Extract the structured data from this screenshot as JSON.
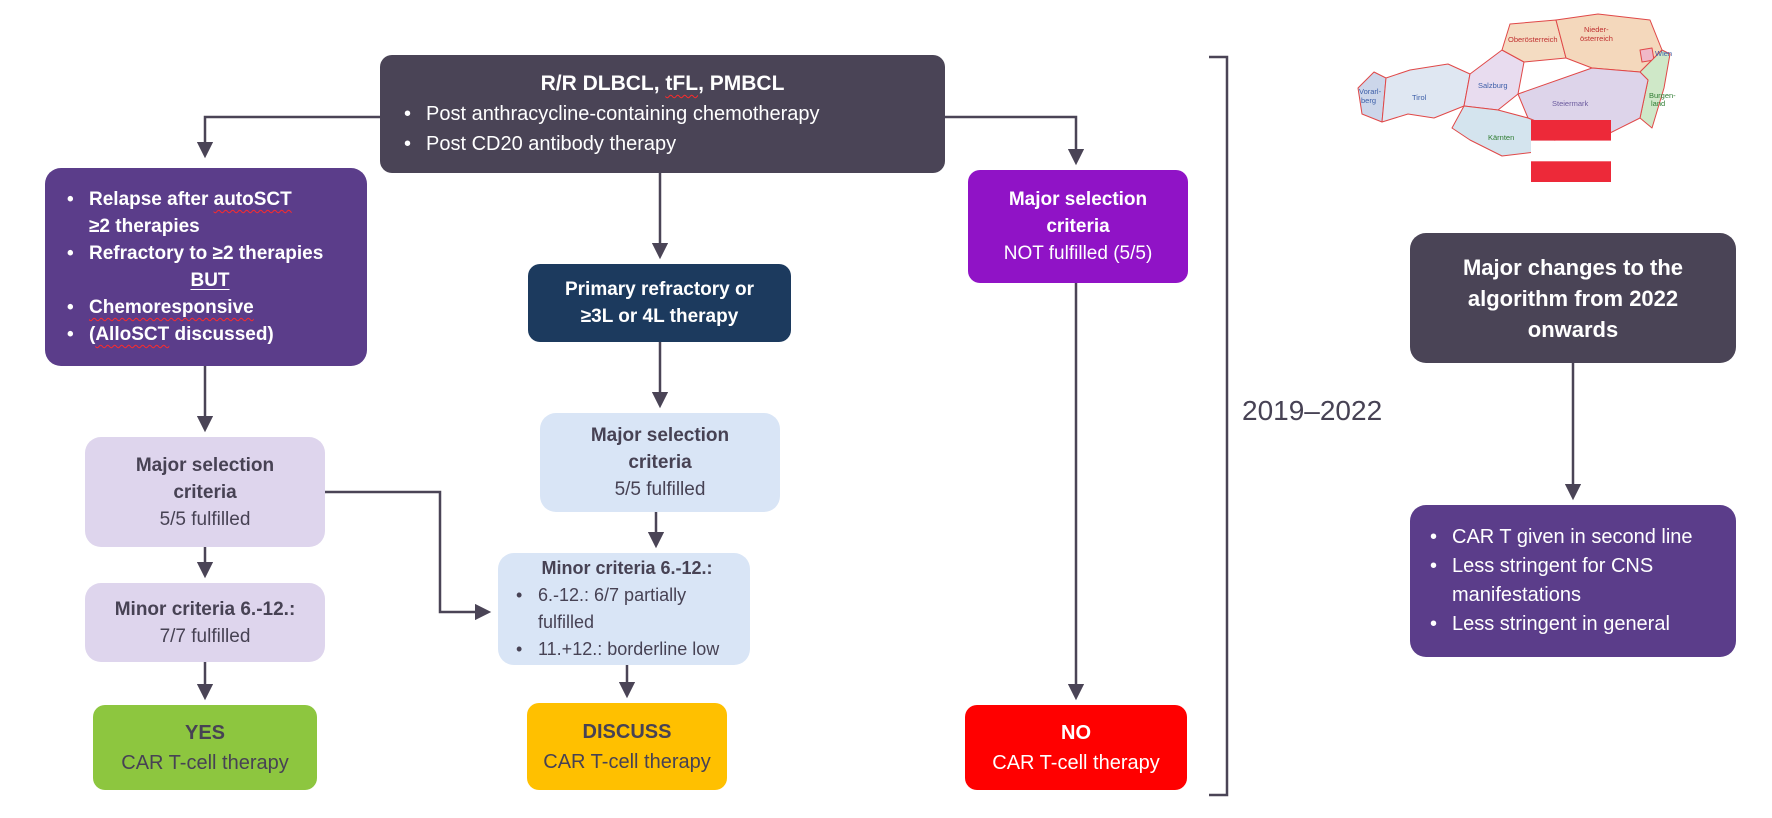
{
  "palette": {
    "dark_slate": "#4a4456",
    "deep_purple": "#5b3d8a",
    "bright_purple": "#9013c6",
    "navy": "#1c3a5e",
    "light_blue": "#d9e5f6",
    "lavender": "#ded5ed",
    "green": "#8dc63f",
    "yellow": "#ffc000",
    "red": "#ff0000",
    "arrow": "#4a4456",
    "misspell_underline": "#ff2a2a",
    "flag_stripes": [
      "#ed2939",
      "#ffffff",
      "#ed2939"
    ]
  },
  "top_box": {
    "title_pre": "R/R DLBCL, ",
    "title_wavy": "tFL",
    "title_post": ", PMBCL",
    "bullets": [
      "Post anthracycline-containing chemotherapy",
      "Post CD20 antibody therapy"
    ]
  },
  "left_criteria_box": {
    "b1_pre": "Relapse after ",
    "b1_wavy": "autoSCT",
    "b1_cont": "≥2 therapies",
    "b2": "Refractory to ≥2 therapies",
    "but": "BUT",
    "b3": "Chemoresponsive",
    "b4_pre": "(",
    "b4_wavy": "AlloSCT",
    "b4_post": " discussed)"
  },
  "navy_box": {
    "line1": "Primary refractory or",
    "line2": "≥3L or 4L therapy"
  },
  "left_major_box": {
    "title1": "Major selection",
    "title2": "criteria",
    "value": "5/5 fulfilled"
  },
  "left_minor_box": {
    "title": "Minor criteria 6.-12.:",
    "value": "7/7 fulfilled"
  },
  "center_major_box": {
    "title1": "Major selection",
    "title2": "criteria",
    "value": "5/5 fulfilled"
  },
  "center_minor_box": {
    "title": "Minor criteria 6.-12.:",
    "bullets": [
      "6.-12.: 6/7 partially fulfilled",
      "11.+12.: borderline low"
    ]
  },
  "not_box": {
    "title1": "Major selection",
    "title2": "criteria",
    "value": "NOT fulfilled (5/5)"
  },
  "yes_box": {
    "verdict": "YES",
    "label": "CAR T-cell therapy"
  },
  "discuss_box": {
    "verdict": "DISCUSS",
    "label": "CAR T-cell therapy"
  },
  "no_box": {
    "verdict": "NO",
    "label": "CAR T-cell therapy"
  },
  "bracket": {
    "label": "2019–2022"
  },
  "changes_box": {
    "text": "Major changes to the algorithm from 2022 onwards"
  },
  "outcome_box": {
    "bullets": [
      "CAR T given in second line",
      "Less stringent for CNS manifestations",
      "Less stringent in general"
    ]
  },
  "austria_map": {
    "labels": {
      "vorarl_1": "Vorarl-",
      "vorarl_2": "berg",
      "tirol": "Tirol",
      "salzburg": "Salzburg",
      "ober": "Oberösterreich",
      "nieder_1": "Nieder-",
      "nieder_2": "österreich",
      "wien": "Wien",
      "steiermark": "Steiermark",
      "kaernten": "Kärnten",
      "burgen_1": "Burgen-",
      "burgen_2": "land"
    }
  }
}
